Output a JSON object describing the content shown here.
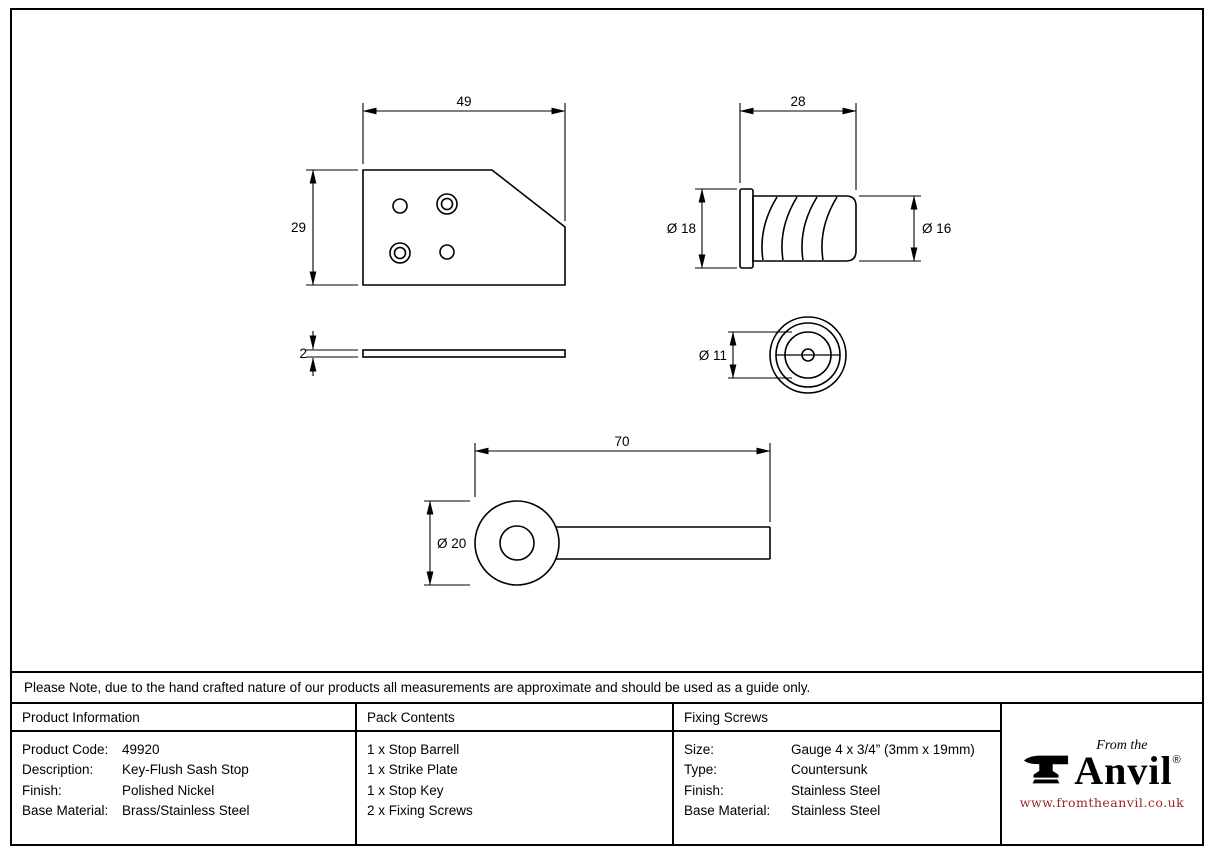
{
  "note": "Please Note, due to the hand crafted nature of our products all measurements are approximate and should be used as a guide only.",
  "table": {
    "product_information": {
      "header": "Product Information",
      "rows": [
        {
          "label": "Product Code:",
          "value": "49920"
        },
        {
          "label": "Description:",
          "value": "Key-Flush Sash Stop"
        },
        {
          "label": "Finish:",
          "value": "Polished Nickel"
        },
        {
          "label": "Base Material:",
          "value": "Brass/Stainless Steel"
        }
      ]
    },
    "pack_contents": {
      "header": "Pack Contents",
      "items": [
        "1 x Stop Barrell",
        "1 x Strike Plate",
        "1 x Stop Key",
        "2 x Fixing Screws"
      ]
    },
    "fixing_screws": {
      "header": "Fixing Screws",
      "rows": [
        {
          "label": "Size:",
          "value": "Gauge 4 x 3/4” (3mm x 19mm)"
        },
        {
          "label": "Type:",
          "value": "Countersunk"
        },
        {
          "label": "Finish:",
          "value": "Stainless Steel"
        },
        {
          "label": "Base Material:",
          "value": "Stainless Steel"
        }
      ]
    }
  },
  "logo": {
    "from_the": "From the",
    "name": "Anvil",
    "registered": "®",
    "url": "www.fromtheanvil.co.uk"
  },
  "drawing": {
    "dimensions": {
      "plate_width": "49",
      "plate_height": "29",
      "plate_thickness": "2",
      "barrel_length": "28",
      "barrel_flange_dia": "Ø 18",
      "barrel_body_dia": "Ø 16",
      "barrel_face_dia": "Ø 11",
      "key_length": "70",
      "key_ring_dia": "Ø 20"
    }
  },
  "colors": {
    "brand_red": "#9b2226",
    "drawing_line": "#000000"
  }
}
